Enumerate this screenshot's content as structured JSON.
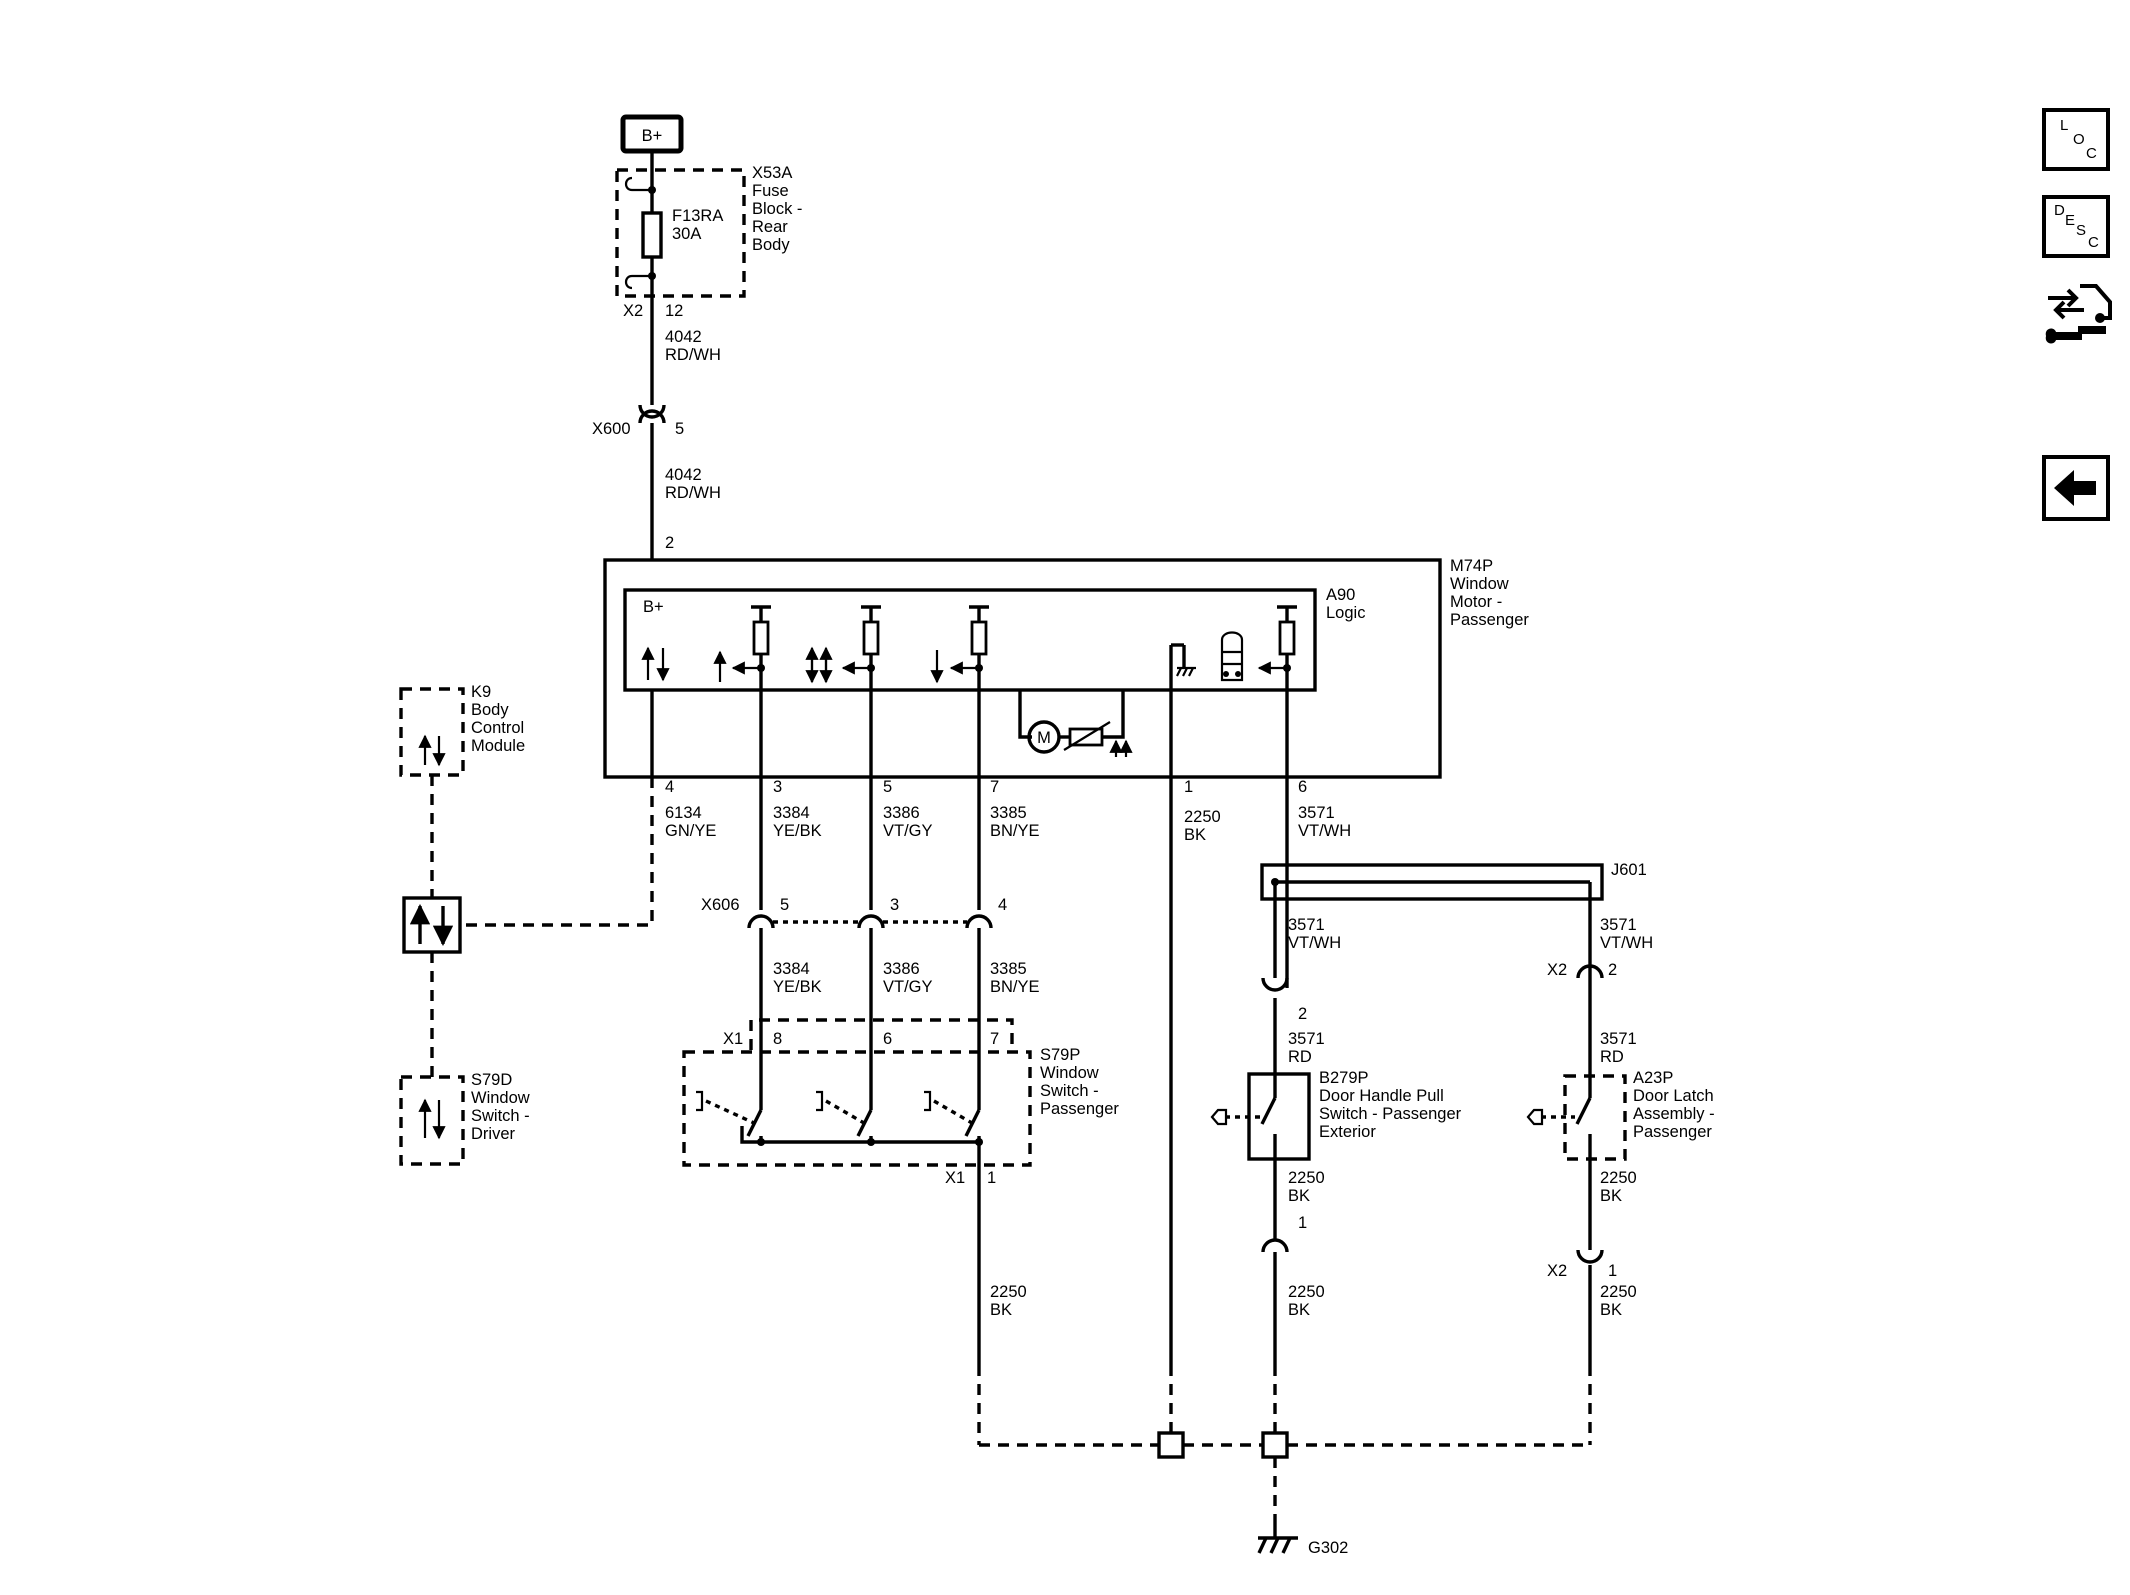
{
  "nav": {
    "loc": [
      "L",
      "O",
      "C"
    ],
    "desc": [
      "D",
      "E",
      "S",
      "C"
    ],
    "diagnostic_icon": "car-wrench-icon",
    "back_icon": "back-arrow-icon"
  },
  "power": {
    "battery": "B+"
  },
  "fuse_block": {
    "fuse_id": "F13RA",
    "fuse_rating": "30A",
    "name_lines": [
      "X53A",
      "Fuse",
      "Block -",
      "Rear",
      "Body"
    ],
    "connector": "X2",
    "pin": "12"
  },
  "wires": {
    "w4042_a": [
      "4042",
      "RD/WH"
    ],
    "w4042_b": [
      "4042",
      "RD/WH"
    ],
    "w6134": [
      "6134",
      "GN/YE"
    ],
    "w3384_a": [
      "3384",
      "YE/BK"
    ],
    "w3386_a": [
      "3386",
      "VT/GY"
    ],
    "w3385_a": [
      "3385",
      "BN/YE"
    ],
    "w2250_m": [
      "2250",
      "BK"
    ],
    "w3571_a": [
      "3571",
      "VT/WH"
    ],
    "w3384_b": [
      "3384",
      "YE/BK"
    ],
    "w3386_b": [
      "3386",
      "VT/GY"
    ],
    "w3385_b": [
      "3385",
      "BN/YE"
    ],
    "w3571_b": [
      "3571",
      "VT/WH"
    ],
    "w3571_c": [
      "3571",
      "VT/WH"
    ],
    "w3571_d": [
      "3571",
      "RD"
    ],
    "w3571_e": [
      "3571",
      "RD"
    ],
    "w2250_s": [
      "2250",
      "BK"
    ],
    "w2250_b1": [
      "2250",
      "BK"
    ],
    "w2250_b2": [
      "2250",
      "BK"
    ],
    "w2250_a1": [
      "2250",
      "BK"
    ],
    "w2250_a2": [
      "2250",
      "BK"
    ]
  },
  "inline_connector": {
    "name": "X600",
    "pin": "5"
  },
  "motor": {
    "name_lines": [
      "M74P",
      "Window",
      "Motor -",
      "Passenger"
    ],
    "logic_lines": [
      "A90",
      "Logic"
    ],
    "bplus_label": "B+",
    "motor_symbol": "M",
    "pin_top": "2",
    "pins": [
      "4",
      "3",
      "5",
      "7",
      "1",
      "6"
    ]
  },
  "bcm": {
    "name_lines": [
      "K9",
      "Body",
      "Control",
      "Module"
    ]
  },
  "x606": {
    "name": "X606",
    "pins": [
      "5",
      "3",
      "4"
    ]
  },
  "s79p": {
    "name_lines": [
      "S79P",
      "Window",
      "Switch -",
      "Passenger"
    ],
    "connector": "X1",
    "pins": [
      "8",
      "6",
      "7"
    ],
    "bottom_connector": "X1",
    "bottom_pin": "1"
  },
  "s79d": {
    "name_lines": [
      "S79D",
      "Window",
      "Switch -",
      "Driver"
    ]
  },
  "splice": {
    "name": "J601"
  },
  "b279p": {
    "name_lines": [
      "B279P",
      "Door Handle Pull",
      "Switch - Passenger",
      "Exterior"
    ],
    "pin_top": "2",
    "pin_bottom": "1"
  },
  "a23p": {
    "name_lines": [
      "A23P",
      "Door Latch",
      "Assembly -",
      "Passenger"
    ],
    "connector_top": "X2",
    "pin_top": "2",
    "connector_bottom": "X2",
    "pin_bottom": "1"
  },
  "ground": {
    "name": "G302"
  }
}
